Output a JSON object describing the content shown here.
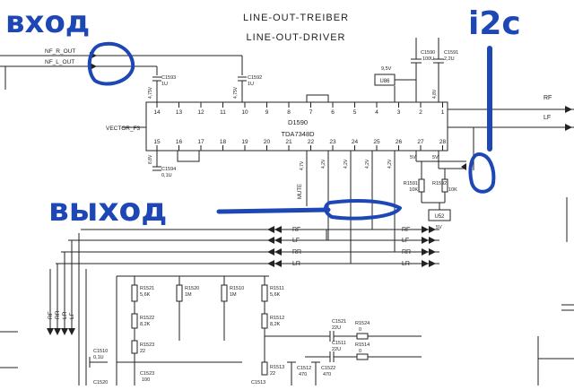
{
  "header": {
    "line1": "LINE-OUT-TREIBER",
    "line2": "LINE-OUT-DRIVER"
  },
  "annotations": {
    "input": "вход",
    "output": "выход",
    "bus": "i2c"
  },
  "colors": {
    "ink": "#1d47b4",
    "wire": "#222222"
  },
  "inputs": {
    "nf_r": "NF_R_OUT",
    "nf_l": "NF_L_OUT"
  },
  "chip": {
    "ref": "D1590",
    "part": "TDA7348D",
    "net": "VECTOR_F3",
    "top_pins": [
      "14",
      "13",
      "12",
      "11",
      "10",
      "9",
      "8",
      "7",
      "6",
      "5",
      "4",
      "3",
      "2",
      "1"
    ],
    "bottom_pins": [
      "15",
      "16",
      "17",
      "18",
      "19",
      "20",
      "21",
      "22",
      "23",
      "24",
      "25",
      "26",
      "27",
      "28"
    ]
  },
  "parts": {
    "c1593": "C1593",
    "c1593v": "1U",
    "v475a": "4,75V",
    "c1592": "C1592",
    "c1592v": "1U",
    "v475b": "4,75V",
    "c1590": "C1590",
    "c1590v": "100U",
    "v95": "9,5V",
    "c1591": "C1591",
    "c1591v": "2,2U",
    "v48": "4,8V",
    "u86": "U86",
    "v88": "8,8V",
    "c1594": "C1594",
    "c1594v": "0,1U",
    "v47": "4,7V",
    "v42a": "4,2V",
    "v42b": "4,2V",
    "v42c": "4,2V",
    "v42d": "4,2V",
    "v5a": "5V",
    "v5b": "5V",
    "r1591": "R1591",
    "r1591v": "10K",
    "r1592": "R1592",
    "r1592v": "10K",
    "u52": "U52",
    "v5c": "5V",
    "mute": "MUTE",
    "r1521": "R1521",
    "r1521v": "5,6K",
    "r1520": "R1520",
    "r1520v": "1M",
    "r1510": "R1510",
    "r1510v": "1M",
    "r1511": "R1511",
    "r1511v": "5,6K",
    "r1522": "R1522",
    "r1522v": "8,2K",
    "r1523": "R1523",
    "r1523v": "22",
    "r1512": "R1512",
    "r1512v": "8,2K",
    "c1521": "C1521",
    "c1521v": "22U",
    "r1524": "R1524",
    "r1524v": "0",
    "c1511": "C1511",
    "c1511v": "22U",
    "r1514": "R1514",
    "r1514v": "0",
    "c1510": "C1510",
    "c1510v": "0,1U",
    "c1520": "C1520",
    "c1523": "C1523",
    "c1523v": "100",
    "r1513": "R1513",
    "r1513v": "22",
    "c1512": "C1512",
    "c1512v": "470",
    "c1522": "C1522",
    "c1522v": "470",
    "c1513": "C1513"
  },
  "signals": {
    "rf_out": "RF",
    "lf_out": "LF",
    "bus_left": [
      "RF",
      "LF",
      "RR",
      "LR"
    ],
    "bus_right": [
      "RF",
      "LF",
      "RR",
      "LR"
    ],
    "left_vertical": [
      "RF",
      "RR",
      "LR",
      "LF"
    ]
  }
}
